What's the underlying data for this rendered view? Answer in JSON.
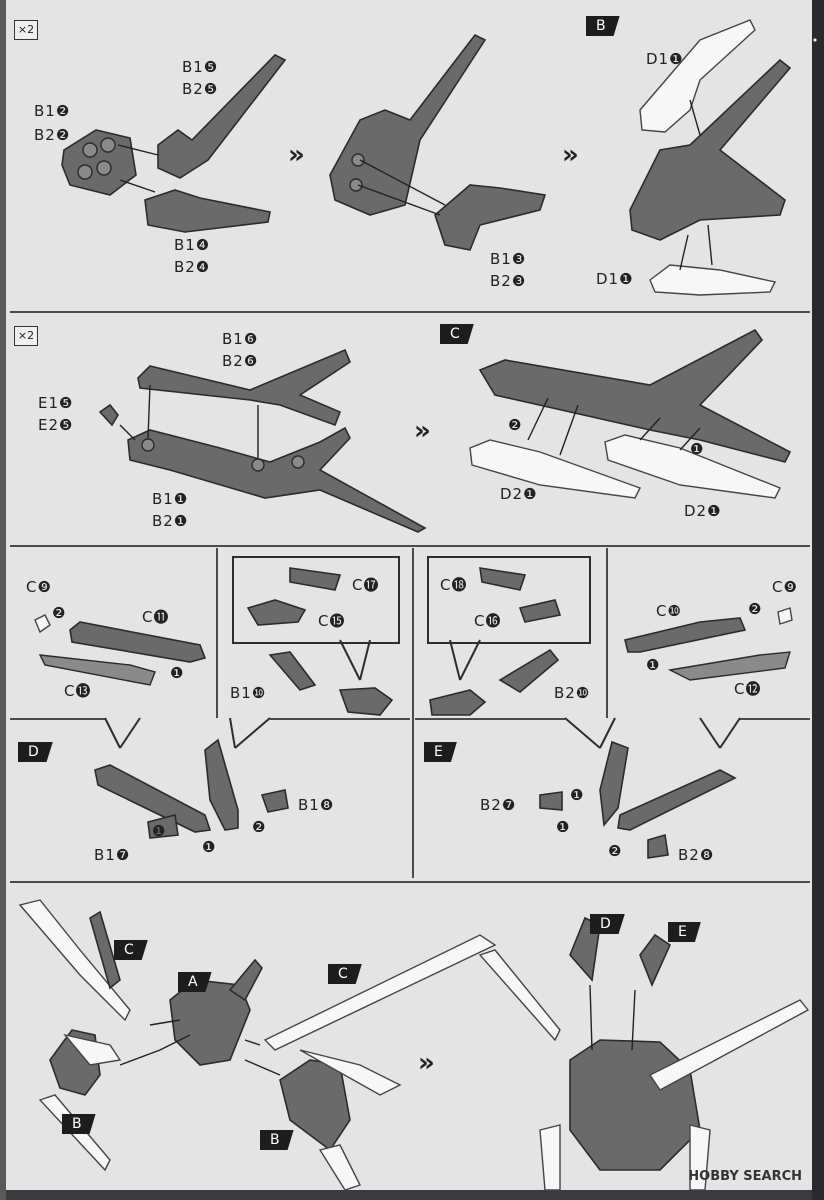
{
  "sections": {
    "s1": {
      "multiplier": "×2",
      "labels": {
        "b1_5": "B1❺",
        "b2_5": "B2❺",
        "b1_2": "B1❷",
        "b2_2": "B2❷",
        "b1_4": "B1❹",
        "b2_4": "B2❹",
        "b1_3": "B1❸",
        "b2_3": "B2❸",
        "d1_a": "D1❶",
        "d1_b": "D1❶"
      },
      "tag": "B"
    },
    "s2": {
      "multiplier": "×2",
      "labels": {
        "b1_6": "B1❻",
        "b2_6": "B2❻",
        "e1_5": "E1❺",
        "e2_5": "E2❺",
        "b1_1": "B1❶",
        "b2_1": "B2❶",
        "d2_a": "D2❶",
        "d2_b": "D2❶"
      },
      "tag": "C"
    },
    "s3": {
      "labels": {
        "c9_l": "C❾",
        "c11": "C⓫",
        "c13": "C⓭",
        "c17": "C⓱",
        "c15": "C⓯",
        "b1_10": "B1❿",
        "c18": "C⓲",
        "c16": "C⓰",
        "b2_10": "B2❿",
        "c9_r": "C❾",
        "c10": "C❿",
        "c12": "C⓬",
        "b1_8": "B1❽",
        "b1_7": "B1❼",
        "b2_7": "B2❼",
        "b2_8": "B2❽"
      },
      "tag_d": "D",
      "tag_e": "E"
    },
    "s4": {
      "tags": {
        "c_left": "C",
        "a": "A",
        "c_right": "C",
        "b_left": "B",
        "b_right": "B",
        "d": "D",
        "e": "E"
      }
    }
  },
  "steps": {
    "one": "❶",
    "two": "❷"
  },
  "chevron": "»",
  "watermark": "HOBBY SEARCH"
}
